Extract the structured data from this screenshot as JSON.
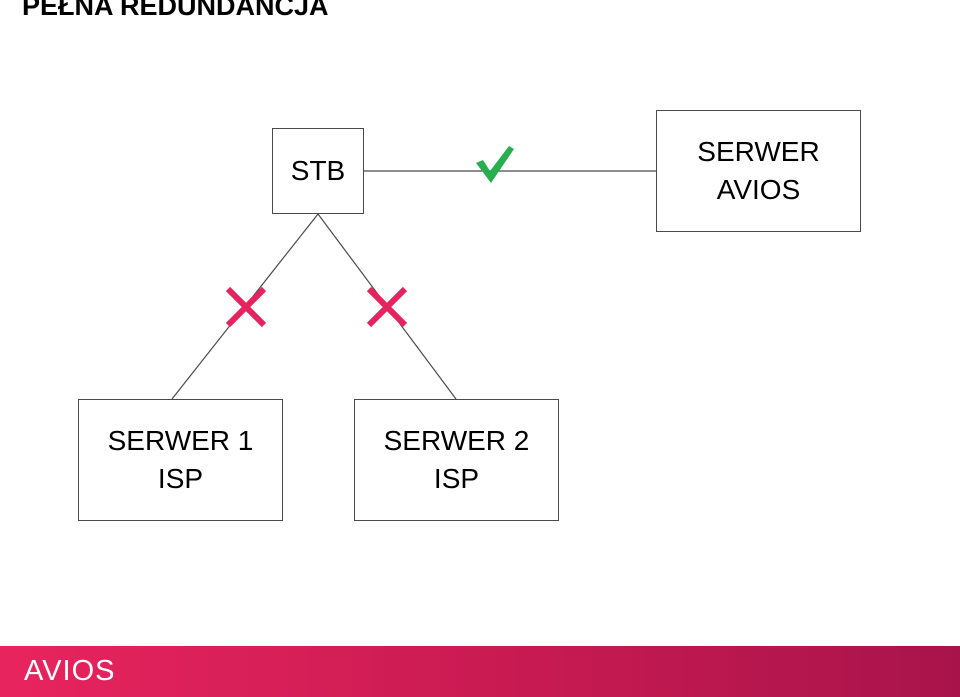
{
  "title": "PEŁNA REDUNDANCJA",
  "nodes": {
    "stb": {
      "line1": "STB"
    },
    "avios": {
      "line1": "SERWER",
      "line2": "AVIOS"
    },
    "isp1": {
      "line1": "SERWER 1",
      "line2": "ISP"
    },
    "isp2": {
      "line1": "SERWER 2",
      "line2": "ISP"
    }
  },
  "links": [
    {
      "from": "STB",
      "to": "SERWER AVIOS",
      "status": "ok",
      "icon": "check-icon"
    },
    {
      "from": "STB",
      "to": "SERWER 1 ISP",
      "status": "failed",
      "icon": "cross-icon"
    },
    {
      "from": "STB",
      "to": "SERWER 2 ISP",
      "status": "failed",
      "icon": "cross-icon"
    }
  ],
  "colors": {
    "ok": "#27ae4f",
    "failed": "#e5245f",
    "footer_start": "#e8245e",
    "footer_end": "#a8144a"
  },
  "footer": {
    "logo": "AVIOS"
  }
}
